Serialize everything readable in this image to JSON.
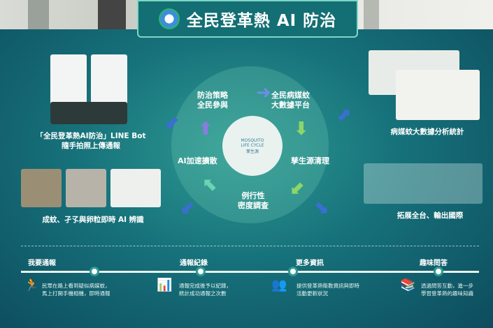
{
  "header": {
    "title": "全民登革熱 AI 防治"
  },
  "cycle": {
    "strategy": "防治策略\n全民參與",
    "bigdata": "全民病媒蚊\n大數據平台",
    "breeding": "孳生源清理",
    "survey": "例行性\n密度調查",
    "ai_spread": "AI加速擴散"
  },
  "center": {
    "line1": "MOSQUITO",
    "line2": "LIFE CYCLE",
    "line3": "孳生源"
  },
  "left": {
    "linebot": "「全民登革熱AI防治」LINE Bot\n隨手拍照上傳通報",
    "identify": "成蚊、孑孓與卵粒即時 AI 辨識"
  },
  "right": {
    "stats": "病媒蚊大數據分析統計",
    "expand": "拓展全台、輸出國際"
  },
  "timeline": [
    {
      "title": "我要通報",
      "desc": "民眾在路上看到疑似病媒蚊，\n馬上打開手機相機，即時通報"
    },
    {
      "title": "通報紀錄",
      "desc": "通報完成後予以紀錄，\n統計成功通報之次數"
    },
    {
      "title": "更多資訊",
      "desc": "提供登革熱衛教資訊與即時\n活動更新狀況"
    },
    {
      "title": "趣味問答",
      "desc": "透過問答互動，進一步\n學習登革熱的趣味知識"
    }
  ]
}
